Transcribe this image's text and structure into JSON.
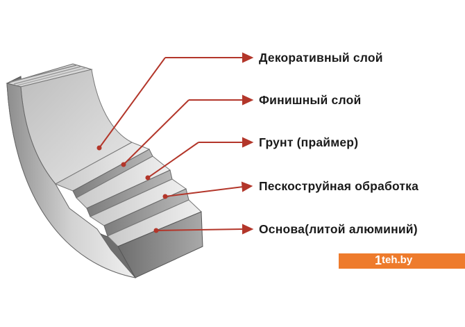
{
  "labels": {
    "decorative": "Декоративный слой",
    "finish": "Финишный слой",
    "primer": "Грунт (праймер)",
    "sandblast": "Пескоструйная обработка",
    "base": "Основа(литой алюминий)"
  },
  "watermark": {
    "digit": "1",
    "text": "teh.by"
  },
  "colors": {
    "arrow": "#b3362a",
    "accent": "#ee7b2c",
    "label": "#1a1a1a"
  }
}
